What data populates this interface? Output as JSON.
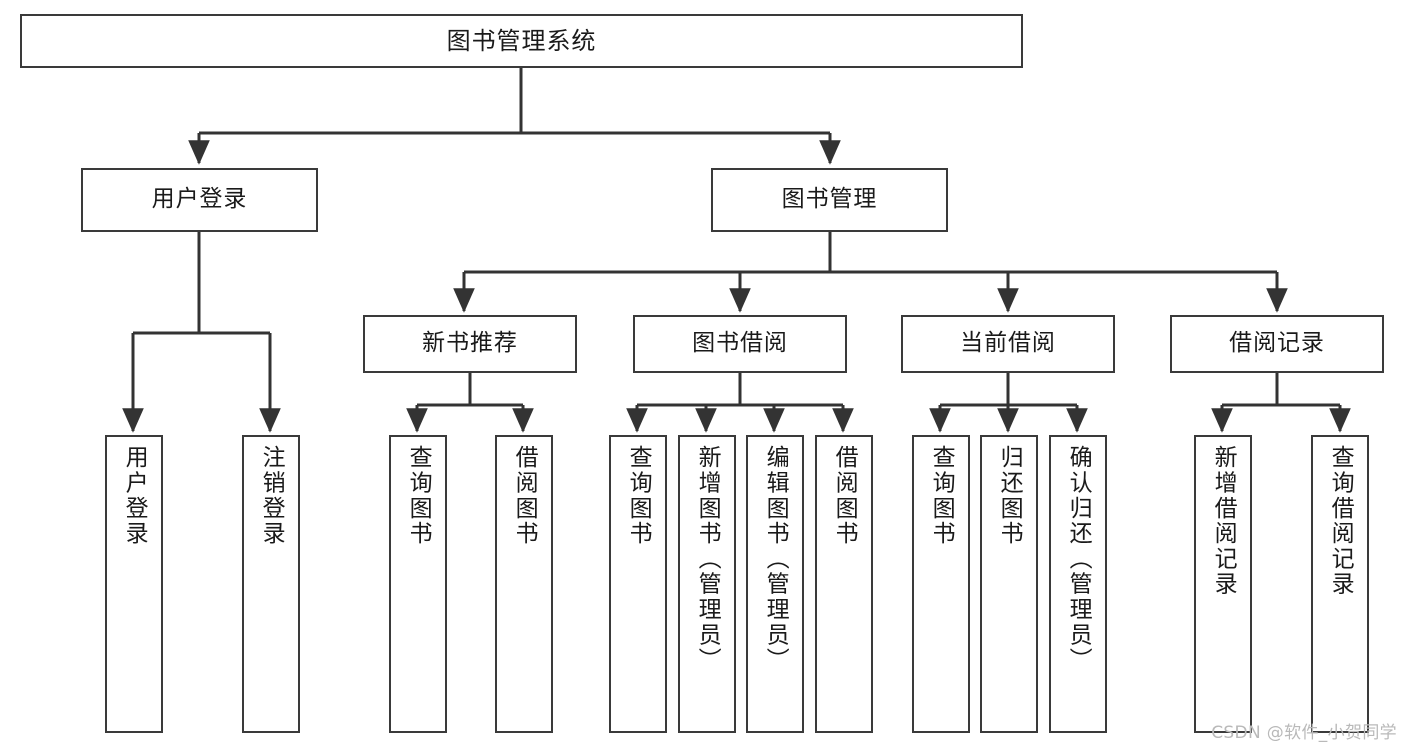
{
  "diagram": {
    "title": "图书管理系统",
    "type": "functional-structure-tree",
    "watermark": "CSDN @软件_小贺同学",
    "colors": {
      "box_border": "#3a3a3a",
      "box_fill": "#ffffff",
      "connector": "#333333",
      "text": "#1a1a1a",
      "watermark": "#b9b9b9"
    },
    "root": {
      "label": "图书管理系统"
    },
    "level2": [
      {
        "id": "user-login",
        "label": "用户登录"
      },
      {
        "id": "book-manage",
        "label": "图书管理"
      }
    ],
    "level3": [
      {
        "id": "new-book-recommend",
        "label": "新书推荐",
        "parent": "book-manage"
      },
      {
        "id": "book-borrow",
        "label": "图书借阅",
        "parent": "book-manage"
      },
      {
        "id": "current-borrow",
        "label": "当前借阅",
        "parent": "book-manage"
      },
      {
        "id": "borrow-record",
        "label": "借阅记录",
        "parent": "book-manage"
      }
    ],
    "leaves": [
      {
        "id": "leaf-user-login",
        "label": "用户登录",
        "parent": "user-login"
      },
      {
        "id": "leaf-logout",
        "label": "注销登录",
        "parent": "user-login"
      },
      {
        "id": "leaf-query-book-1",
        "label": "查询图书",
        "parent": "new-book-recommend"
      },
      {
        "id": "leaf-borrow-book-1",
        "label": "借阅图书",
        "parent": "new-book-recommend"
      },
      {
        "id": "leaf-query-book-2",
        "label": "查询图书",
        "parent": "book-borrow"
      },
      {
        "id": "leaf-add-book",
        "label": "新增图书（管理员）",
        "parent": "book-borrow"
      },
      {
        "id": "leaf-edit-book",
        "label": "编辑图书（管理员）",
        "parent": "book-borrow"
      },
      {
        "id": "leaf-borrow-book-2",
        "label": "借阅图书",
        "parent": "book-borrow"
      },
      {
        "id": "leaf-query-book-3",
        "label": "查询图书",
        "parent": "current-borrow"
      },
      {
        "id": "leaf-return-book",
        "label": "归还图书",
        "parent": "current-borrow"
      },
      {
        "id": "leaf-confirm-return",
        "label": "确认归还（管理员）",
        "parent": "current-borrow"
      },
      {
        "id": "leaf-add-record",
        "label": "新增借阅记录",
        "parent": "borrow-record"
      },
      {
        "id": "leaf-query-record",
        "label": "查询借阅记录",
        "parent": "borrow-record"
      }
    ]
  }
}
